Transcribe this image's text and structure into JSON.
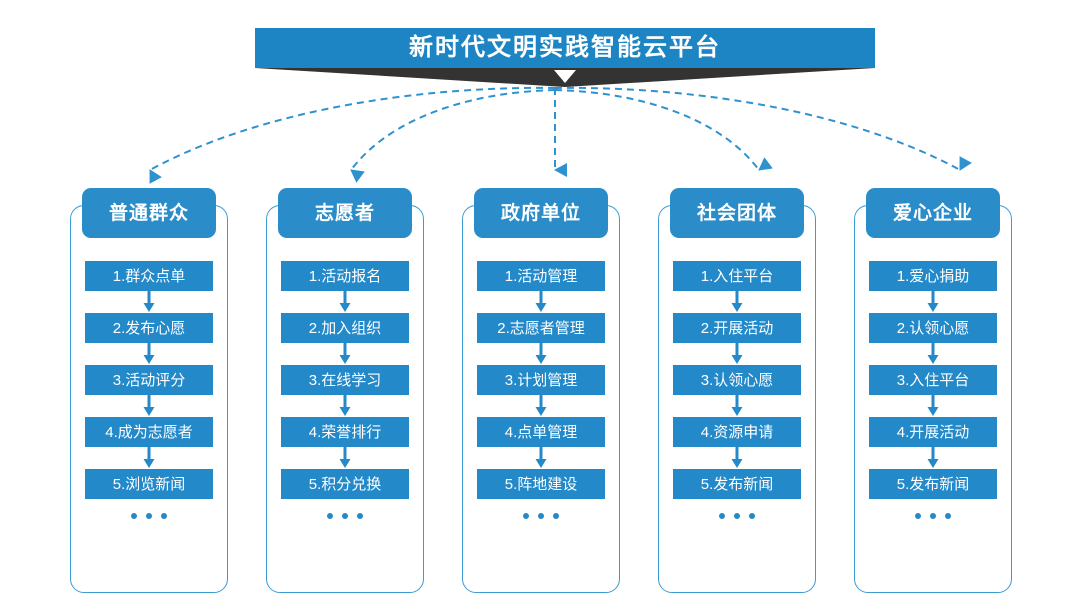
{
  "title": {
    "text": "新时代文明实践智能云平台"
  },
  "colors": {
    "banner_blue": "#1e85c4",
    "header_blue": "#2a8cc8",
    "step_blue": "#2389c9",
    "frame_blue": "#3d9bd4",
    "shadow_dark": "#333333",
    "connector_blue": "#2e92cf",
    "background": "#ffffff"
  },
  "ellipsis_symbol": "...",
  "columns": [
    {
      "header": "普通群众",
      "steps": [
        "1.群众点单",
        "2.发布心愿",
        "3.活动评分",
        "4.成为志愿者",
        "5.浏览新闻"
      ]
    },
    {
      "header": "志愿者",
      "steps": [
        "1.活动报名",
        "2.加入组织",
        "3.在线学习",
        "4.荣誉排行",
        "5.积分兑换"
      ]
    },
    {
      "header": "政府单位",
      "steps": [
        "1.活动管理",
        "2.志愿者管理",
        "3.计划管理",
        "4.点单管理",
        "5.阵地建设"
      ]
    },
    {
      "header": "社会团体",
      "steps": [
        "1.入住平台",
        "2.开展活动",
        "3.认领心愿",
        "4.资源申请",
        "5.发布新闻"
      ]
    },
    {
      "header": "爱心企业",
      "steps": [
        "1.爱心捐助",
        "2.认领心愿",
        "3.入住平台",
        "4.开展活动",
        "5.发布新闻"
      ]
    }
  ]
}
